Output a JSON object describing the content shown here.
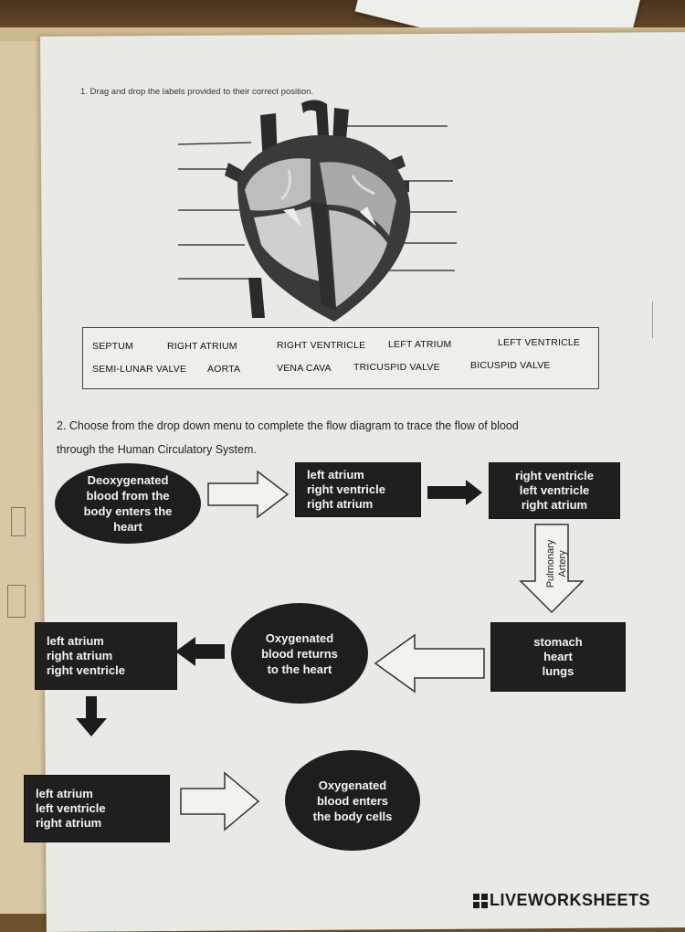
{
  "question1": {
    "instruction": "1. Drag and drop the labels provided to their correct position.",
    "labels_row1": [
      "SEPTUM",
      "RIGHT ATRIUM",
      "RIGHT VENTRICLE",
      "LEFT ATRIUM",
      "LEFT VENTRICLE"
    ],
    "labels_row2": [
      "SEMI-LUNAR VALVE",
      "AORTA",
      "VENA CAVA",
      "TRICUSPID VALVE",
      "BICUSPID VALVE"
    ]
  },
  "question2": {
    "instruction_line1": "2. Choose from the drop down menu to complete the flow diagram to trace the flow of blood",
    "instruction_line2": "through the Human Circulatory System."
  },
  "flow": {
    "start_oval": [
      "Deoxygenated",
      "blood from the",
      "body enters the",
      "heart"
    ],
    "dropdown1": [
      "left atrium",
      "right ventricle",
      "right atrium"
    ],
    "dropdown2": [
      "right ventricle",
      "left ventricle",
      "right atrium"
    ],
    "pulmonary_label": [
      "Pulmonary",
      "Artery"
    ],
    "dropdown3": [
      "stomach",
      "heart",
      "lungs"
    ],
    "returns_oval": [
      "Oxygenated",
      "blood returns",
      "to the heart"
    ],
    "dropdown4": [
      "left atrium",
      "right atrium",
      "right ventricle"
    ],
    "dropdown5": [
      "left atrium",
      "left ventricle",
      "right atrium"
    ],
    "end_oval": [
      "Oxygenated",
      "blood enters",
      "the body cells"
    ]
  },
  "branding": {
    "name": "LIVEWORKSHEETS"
  }
}
